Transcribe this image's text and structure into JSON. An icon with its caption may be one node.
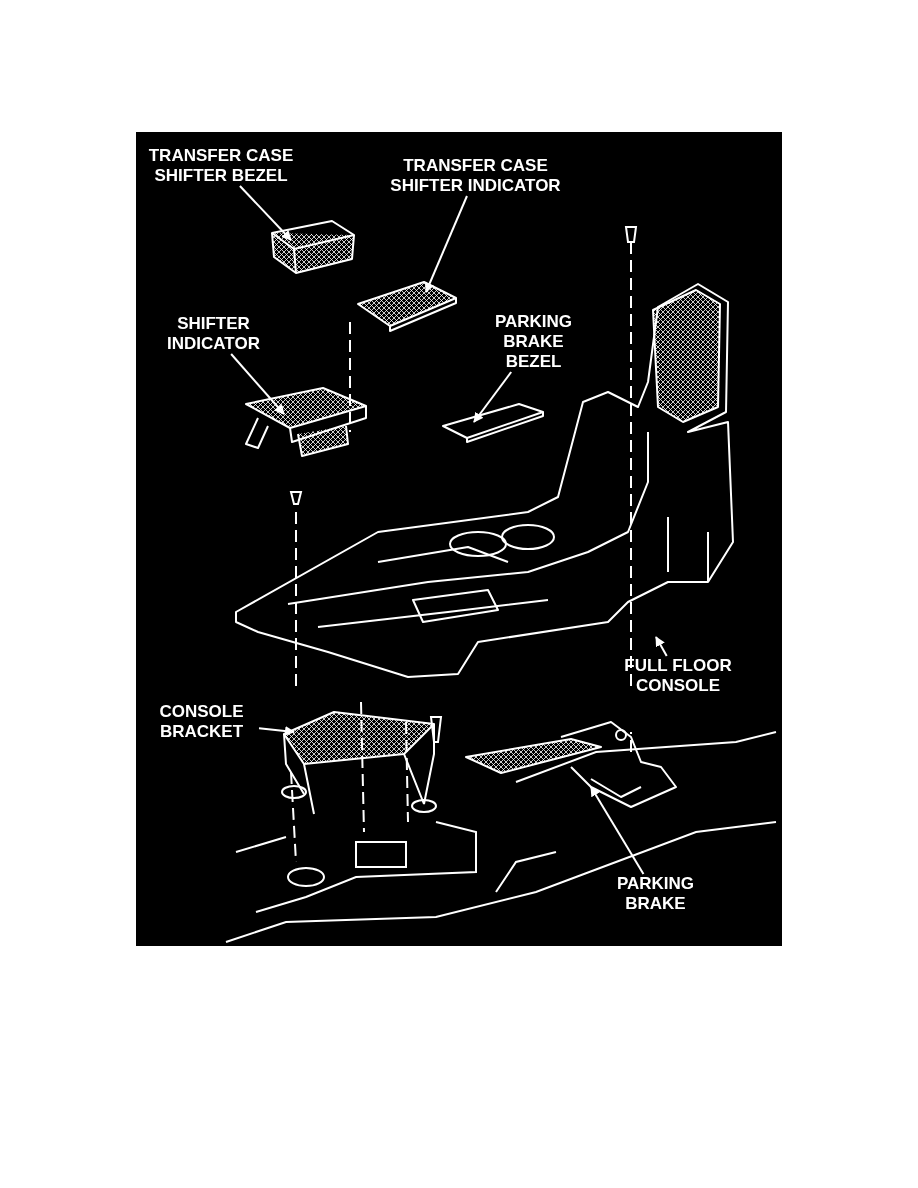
{
  "diagram": {
    "nodes": [
      {
        "text": [
          "TRANSFER CASE SHIFTER BEZEL"
        ]
      },
      {
        "text": [
          "TRANSFER CASE SHIFTER INDICATOR"
        ]
      },
      {
        "text": [
          "SHIFTER INDICATOR"
        ]
      },
      {
        "text": [
          "PARKING BRAKE BEZEL"
        ]
      },
      {
        "text": [
          "FULL FLOOR CONSOLE"
        ]
      },
      {
        "text": [
          "CONSOLE BRACKET"
        ]
      },
      {
        "text": [
          "PARKING BRAKE"
        ]
      },
      {
        "text": [],
        "shape": "picture"
      },
      {
        "text": [],
        "shape": "picture"
      },
      {
        "text": [],
        "shape": "picture"
      },
      {
        "text": [],
        "shape": "picture"
      },
      {
        "text": [],
        "shape": "picture"
      },
      {
        "text": [],
        "shape": "picture"
      },
      {
        "text": [],
        "shape": "picture"
      }
    ],
    "edges": [
      {
        "from": 0,
        "to": 7,
        "arrow": "to"
      },
      {
        "from": 1,
        "to": 8,
        "arrow": "to"
      },
      {
        "from": 2,
        "to": 9,
        "arrow": "to"
      },
      {
        "from": 3,
        "to": 10,
        "arrow": "to"
      },
      {
        "from": 4,
        "to": 11,
        "arrow": "to"
      },
      {
        "from": 5,
        "to": 12,
        "arrow": "to"
      },
      {
        "from": 6,
        "to": 13,
        "arrow": "to"
      }
    ]
  }
}
